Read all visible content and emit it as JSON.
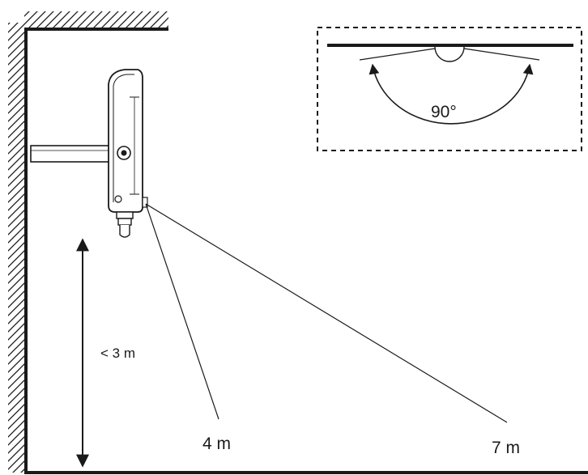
{
  "labels": {
    "mounting_height": "< 3 m",
    "near_range": "4 m",
    "far_range": "7 m",
    "detection_angle": "90°"
  },
  "colors": {
    "line": "#1a1a1a",
    "background": "#ffffff"
  }
}
